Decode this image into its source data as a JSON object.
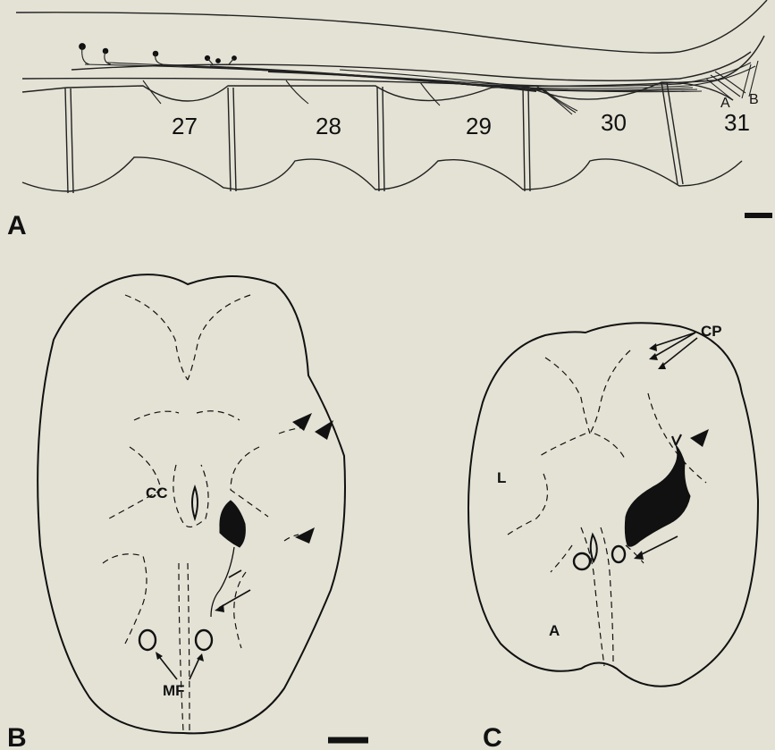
{
  "panels": {
    "A": {
      "letter": "A",
      "segments": [
        "27",
        "28",
        "29",
        "30",
        "31"
      ],
      "nerve_labels": [
        "A",
        "B"
      ]
    },
    "B": {
      "letter": "B",
      "labels": [
        "CC",
        "MF"
      ]
    },
    "C": {
      "letter": "C",
      "labels": [
        "CP",
        "L",
        "A"
      ]
    }
  }
}
